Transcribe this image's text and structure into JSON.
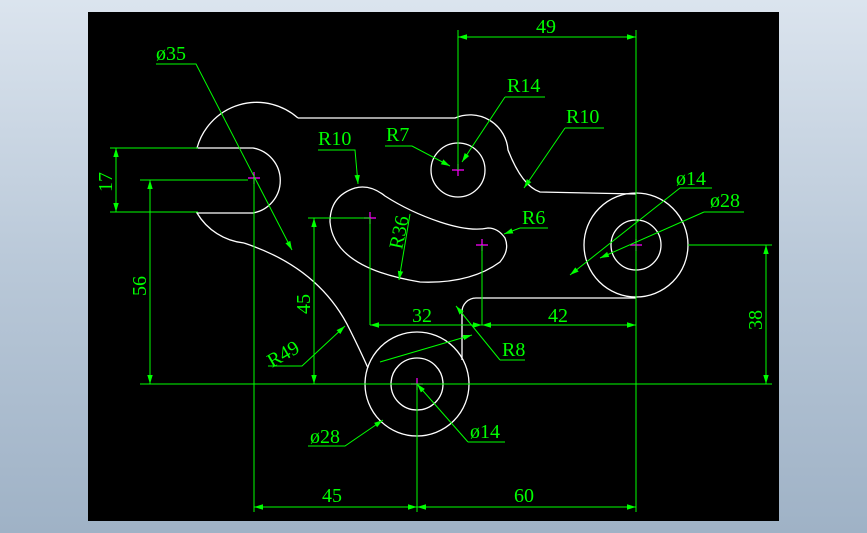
{
  "colors": {
    "background": "#000000",
    "outline": "#ffffff",
    "dimension": "#00ff00",
    "center_mark": "#ff00ff",
    "frame_gradient": "#b9c8d8"
  },
  "labels": {
    "d35": "ø35",
    "d28_left": "ø28",
    "d14_left": "ø14",
    "d14_right": "ø14",
    "d28_right": "ø28",
    "r14": "R14",
    "r10_top": "R10",
    "r10_left": "R10",
    "r7": "R7",
    "r6": "R6",
    "r36": "R36",
    "r49": "R49",
    "r8": "R8",
    "dim_49": "49",
    "dim_17": "17",
    "dim_56": "56",
    "dim_45_vert": "45",
    "dim_32": "32",
    "dim_42": "42",
    "dim_38": "38",
    "dim_45_bottom": "45",
    "dim_60": "60"
  }
}
